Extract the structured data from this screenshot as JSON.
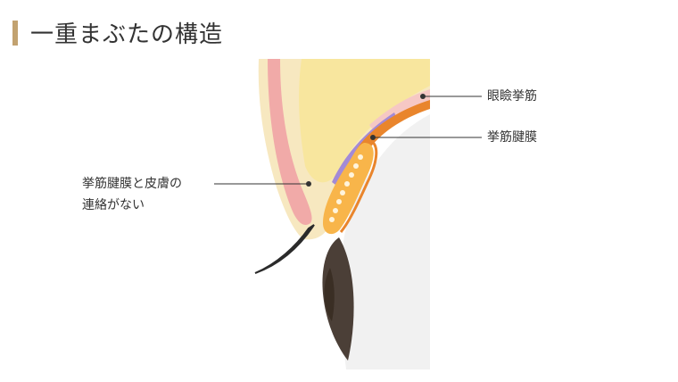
{
  "title": "一重まぶたの構造",
  "colors": {
    "accent": "#c2a270",
    "fat": "#f8e69e",
    "fat_light": "#f7e8c0",
    "skin_pink": "#f1aaa8",
    "levator_pink": "#f6c8c4",
    "aponeurosis_purple": "#a38ad6",
    "muscle_orange": "#e9852c",
    "tarsus_orange": "#f8b54a",
    "eyeball": "#f1f1f1",
    "cornea": "#4b3f37",
    "line": "#333333"
  },
  "labels": {
    "levator": "眼瞼挙筋",
    "aponeurosis": "挙筋腱膜",
    "left_line1": "挙筋腱膜と皮膚の",
    "left_line2": "連絡がない"
  }
}
